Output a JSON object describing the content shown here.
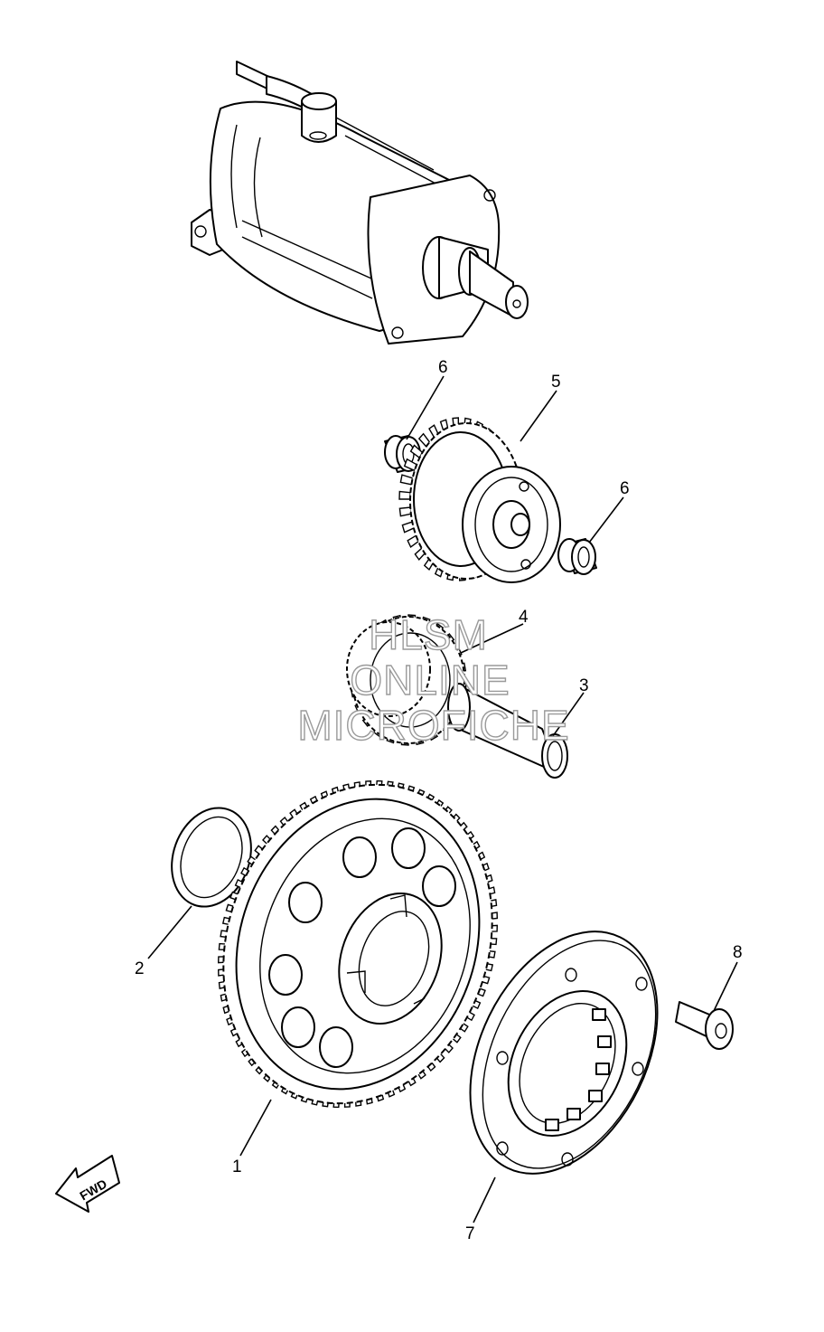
{
  "diagram": {
    "callouts": [
      {
        "id": "c1",
        "label": "1"
      },
      {
        "id": "c2",
        "label": "2"
      },
      {
        "id": "c3",
        "label": "3"
      },
      {
        "id": "c4",
        "label": "4"
      },
      {
        "id": "c5",
        "label": "5"
      },
      {
        "id": "c6a",
        "label": "6"
      },
      {
        "id": "c6b",
        "label": "6"
      },
      {
        "id": "c7",
        "label": "7"
      },
      {
        "id": "c8",
        "label": "8"
      }
    ],
    "direction_arrow": {
      "label": "FWD"
    },
    "watermark": [
      "HLSM",
      "ONLINE",
      "MICROFICHE"
    ]
  }
}
